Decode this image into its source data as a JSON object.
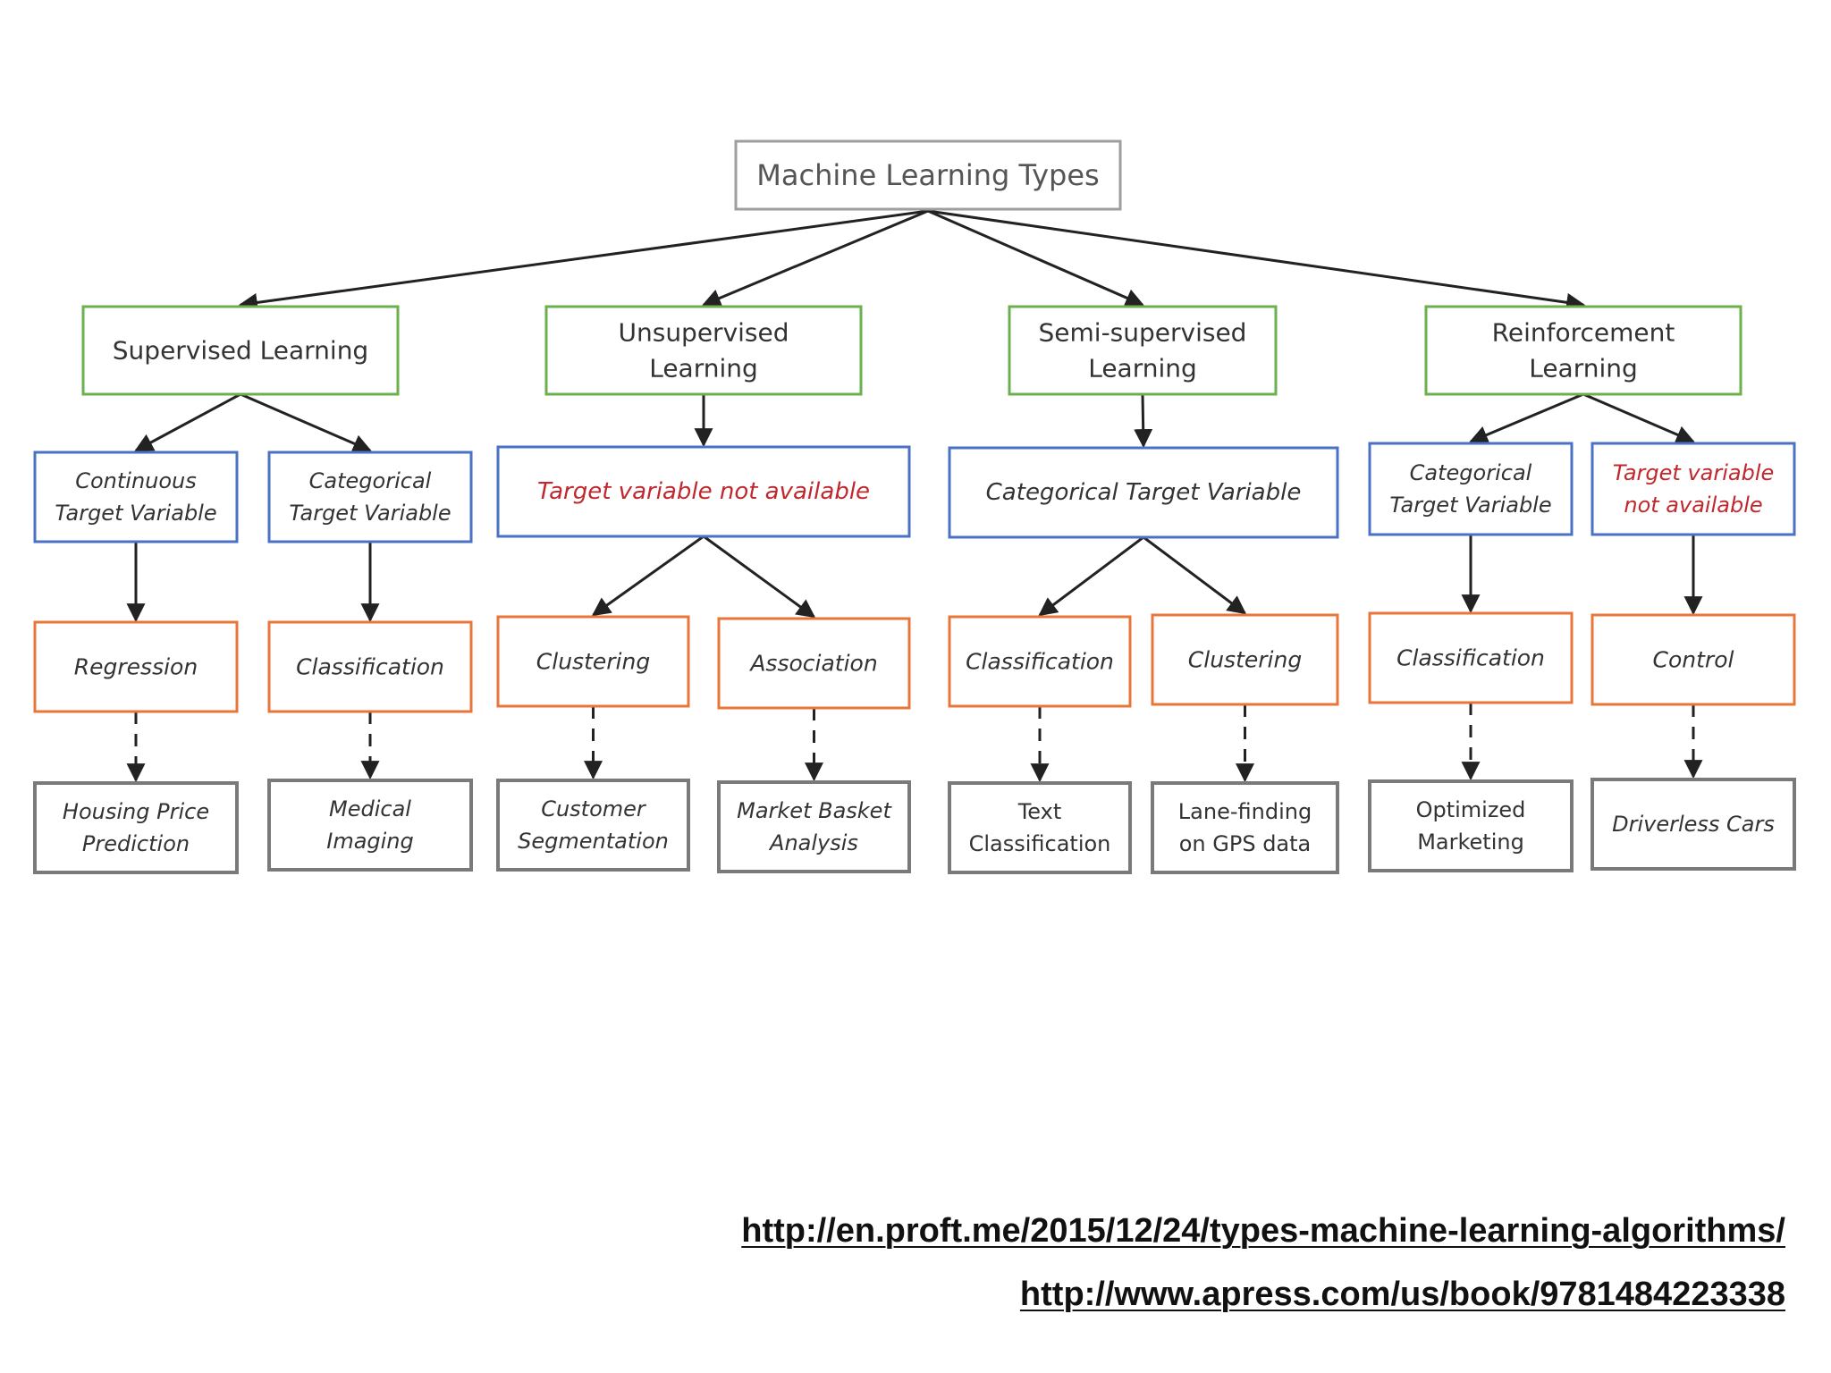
{
  "diagram": {
    "root": "Machine Learning Types",
    "categories": [
      {
        "label": [
          "Supervised Learning"
        ],
        "targets": [
          {
            "label": [
              "Continuous",
              "Target Variable"
            ],
            "warning": false,
            "tasks": [
              {
                "label": [
                  "Regression"
                ],
                "application": [
                  "Housing Price",
                  "Prediction"
                ]
              }
            ]
          },
          {
            "label": [
              "Categorical",
              "Target Variable"
            ],
            "warning": false,
            "tasks": [
              {
                "label": [
                  "Classification"
                ],
                "application": [
                  "Medical",
                  "Imaging"
                ]
              }
            ]
          }
        ]
      },
      {
        "label": [
          "Unsupervised",
          "Learning"
        ],
        "targets": [
          {
            "label": [
              "Target variable not available"
            ],
            "warning": true,
            "tasks": [
              {
                "label": [
                  "Clustering"
                ],
                "application": [
                  "Customer",
                  "Segmentation"
                ]
              },
              {
                "label": [
                  "Association"
                ],
                "application": [
                  "Market Basket",
                  "Analysis"
                ]
              }
            ]
          }
        ]
      },
      {
        "label": [
          "Semi-supervised",
          "Learning"
        ],
        "targets": [
          {
            "label": [
              "Categorical Target Variable"
            ],
            "warning": false,
            "tasks": [
              {
                "label": [
                  "Classification"
                ],
                "application": [
                  "Text",
                  "Classification"
                ]
              },
              {
                "label": [
                  "Clustering"
                ],
                "application": [
                  "Lane-finding",
                  "on GPS data"
                ]
              }
            ]
          }
        ]
      },
      {
        "label": [
          "Reinforcement",
          "Learning"
        ],
        "targets": [
          {
            "label": [
              "Categorical",
              "Target Variable"
            ],
            "warning": false,
            "tasks": [
              {
                "label": [
                  "Classification"
                ],
                "application": [
                  "Optimized",
                  "Marketing"
                ]
              }
            ]
          },
          {
            "label": [
              "Target variable",
              "not available"
            ],
            "warning": true,
            "tasks": [
              {
                "label": [
                  "Control"
                ],
                "application": [
                  "Driverless Cars"
                ]
              }
            ]
          }
        ]
      }
    ],
    "colors": {
      "root_border": "#9e9e9e",
      "category_border": "#6ab04c",
      "target_border": "#4a72c4",
      "task_border": "#e8763a",
      "application_border": "#7a7a7a",
      "warning_text": "#c0282d",
      "text": "#333333",
      "connector": "#222222"
    }
  },
  "links": {
    "link1": "http://en.proft.me/2015/12/24/types-machine-learning-algorithms/",
    "link2": "http://www.apress.com/us/book/9781484223338"
  }
}
